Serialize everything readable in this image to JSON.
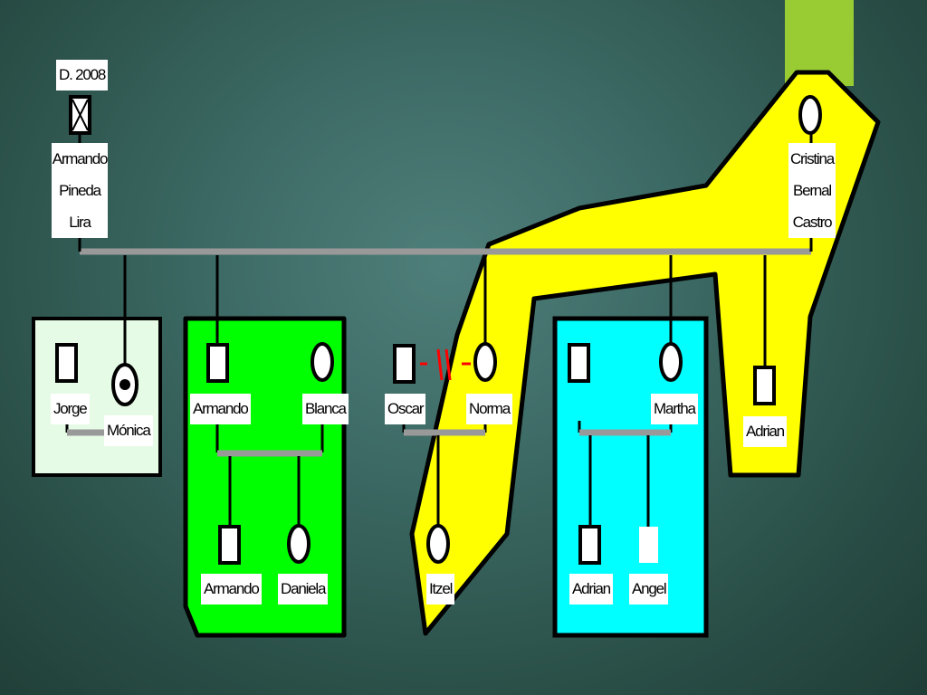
{
  "deceased_label": "D. 2008",
  "people": {
    "armando_pineda_lira": [
      "Armando",
      "Pineda",
      "Lira"
    ],
    "cristina_bernal_castro": [
      "Cristina",
      "Bernal",
      "Castro"
    ],
    "jorge": "Jorge",
    "monica": "Mónica",
    "armando_son": "Armando",
    "blanca": "Blanca",
    "oscar": "Oscar",
    "norma": "Norma",
    "martha": "Martha",
    "adrian_son": "Adrian",
    "armando_grandson": "Armando",
    "daniela": "Daniela",
    "itzel": "Itzel",
    "adrian_grandson": "Adrian",
    "angel": "Angel"
  },
  "colors": {
    "yellow_region": "#ffff00",
    "green_region": "#00ff00",
    "cyan_region": "#00ffff",
    "mint_region": "#e6fbe6",
    "lime_bar": "#99cc33",
    "line_gray": "#999999",
    "divorce_mark": "#ff0000"
  }
}
